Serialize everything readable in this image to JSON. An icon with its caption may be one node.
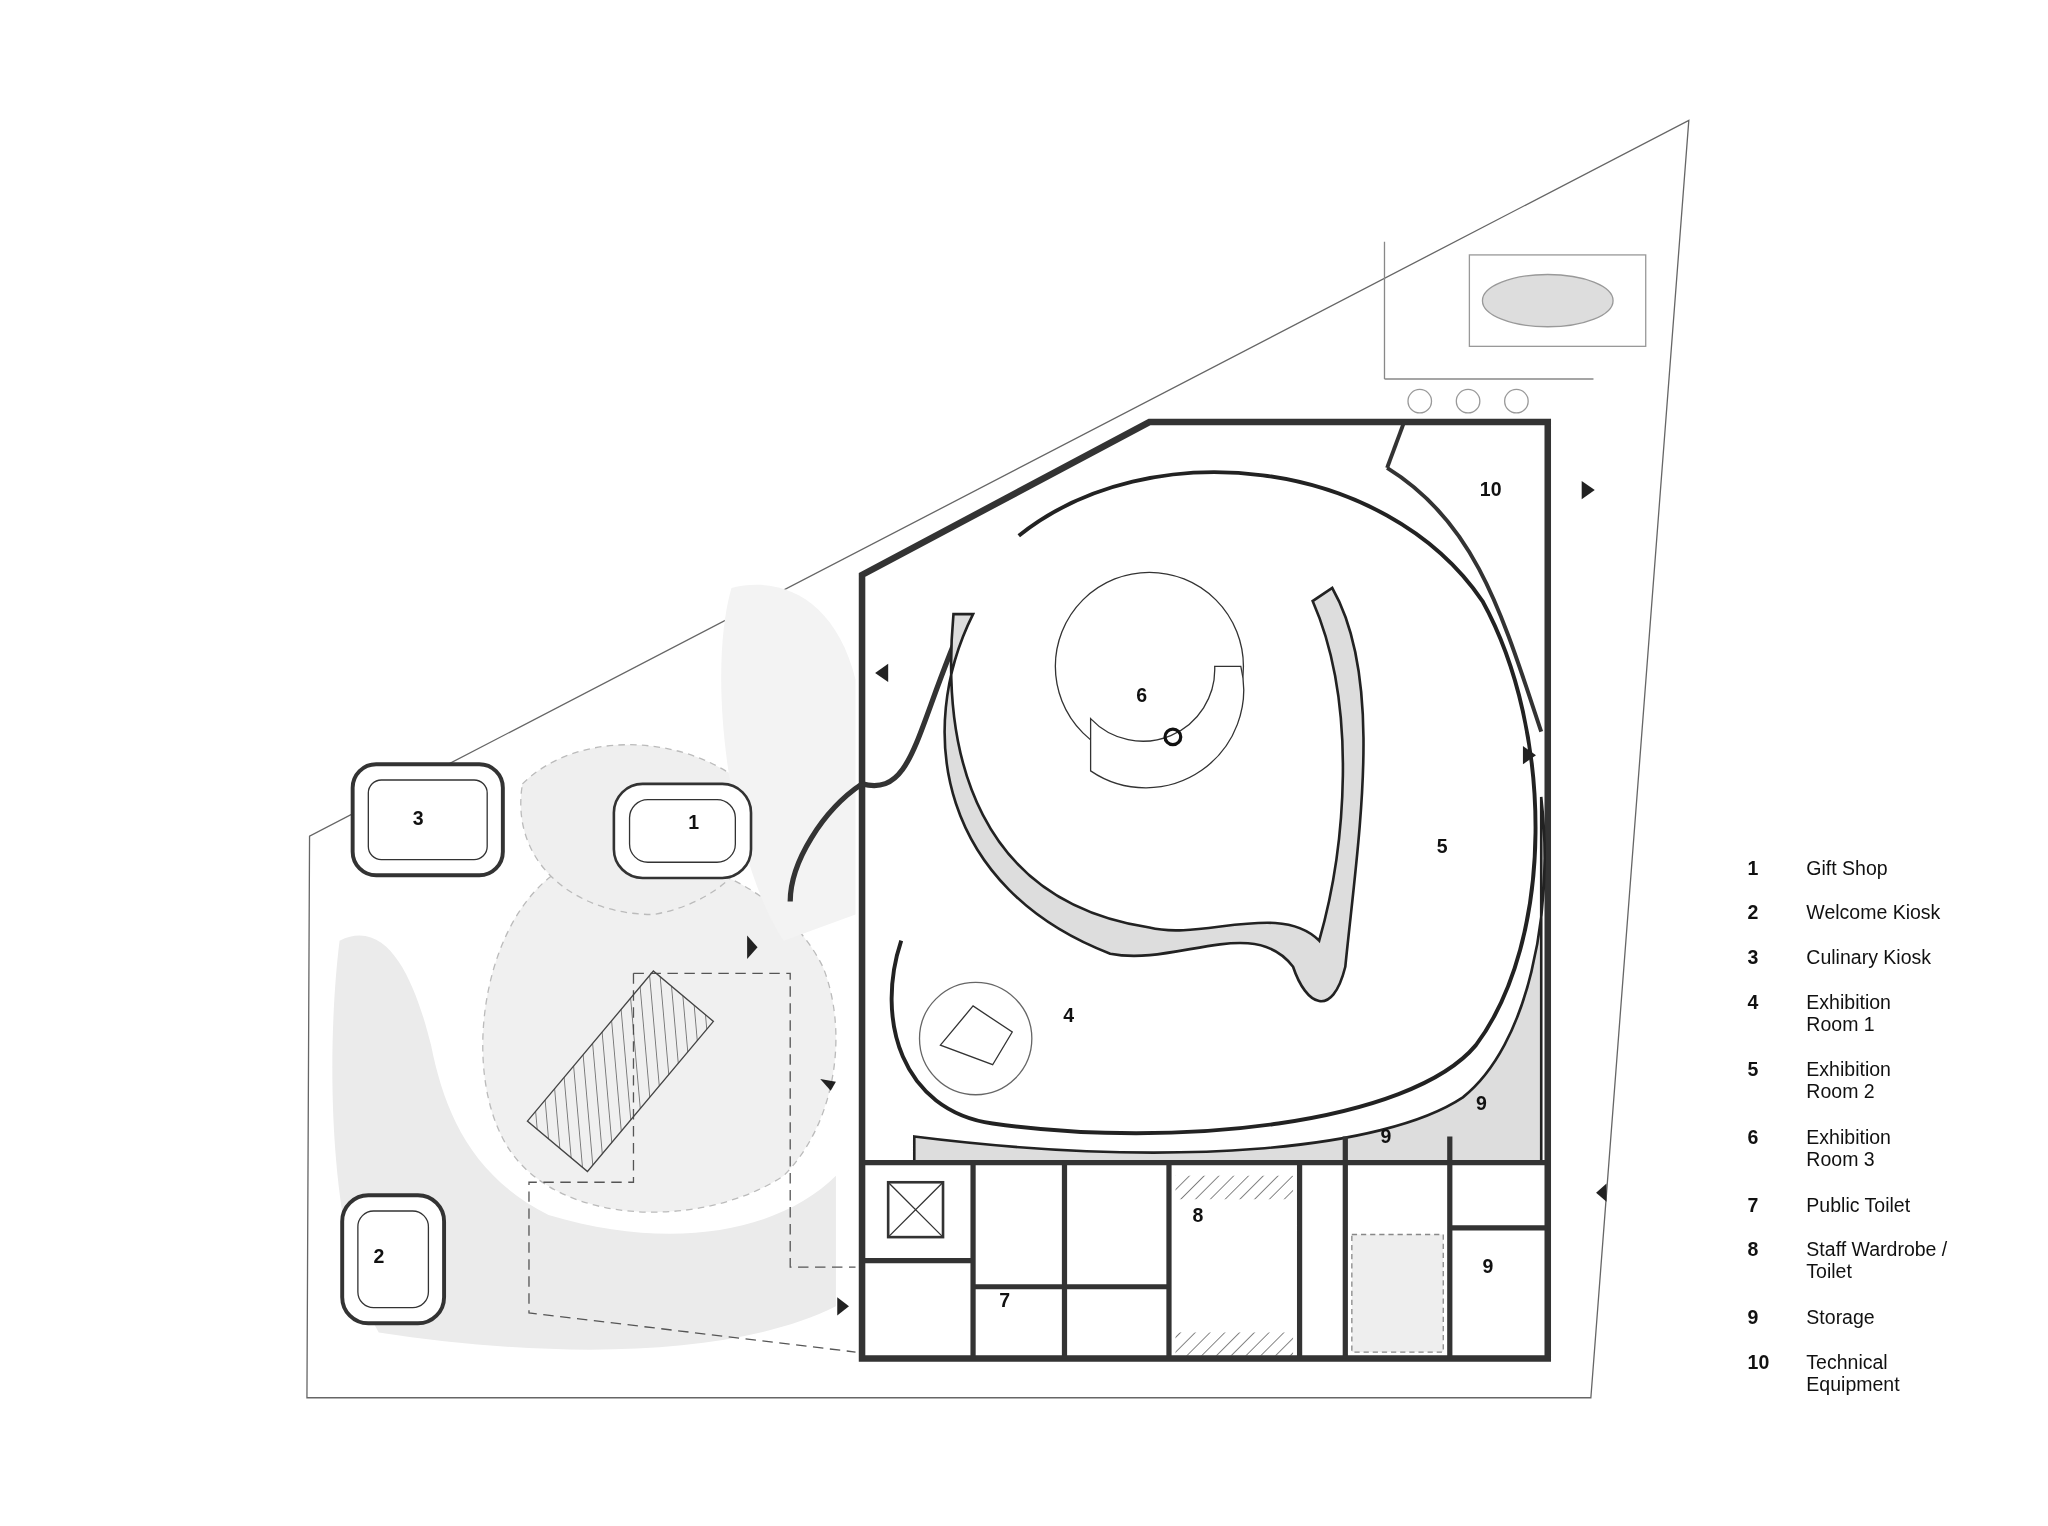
{
  "diagram": {
    "labels": [
      "10",
      "6",
      "3",
      "1",
      "5",
      "4",
      "9",
      "9",
      "8",
      "2",
      "9",
      "7",
      "1",
      "Gift Shop",
      "2",
      "Welcome Kiosk",
      "3",
      "Culinary Kiosk",
      "4",
      "Exhibition Room 1",
      "5",
      "Exhibition Room 2",
      "6",
      "Exhibition Room 3",
      "7",
      "Public Toilet",
      "8",
      "Staff Wardrobe / Toilet",
      "9",
      "Storage",
      "10",
      "Technical Equipment"
    ]
  }
}
